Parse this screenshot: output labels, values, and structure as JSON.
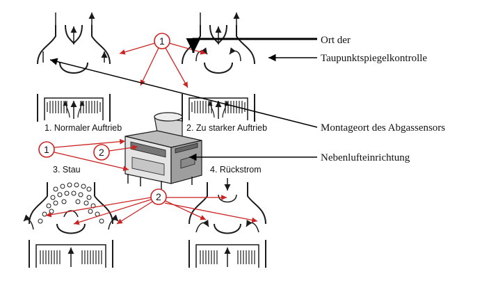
{
  "panels": {
    "p1": "1. Normaler Auftrieb",
    "p2": "2. Zu starker Auftrieb",
    "p3": "3. Stau",
    "p4": "4. Rückstrom"
  },
  "callouts": {
    "one": "1",
    "two": "2"
  },
  "annotations": {
    "ort_line1": "Ort der",
    "ort_line2": "Taupunktspiegelkontrolle",
    "montageort": "Montageort des Abgassensors",
    "nebenluft": "Nebenlufteinrichtung"
  },
  "colors": {
    "red": "#cc2222",
    "ink": "#1a1a1a"
  }
}
